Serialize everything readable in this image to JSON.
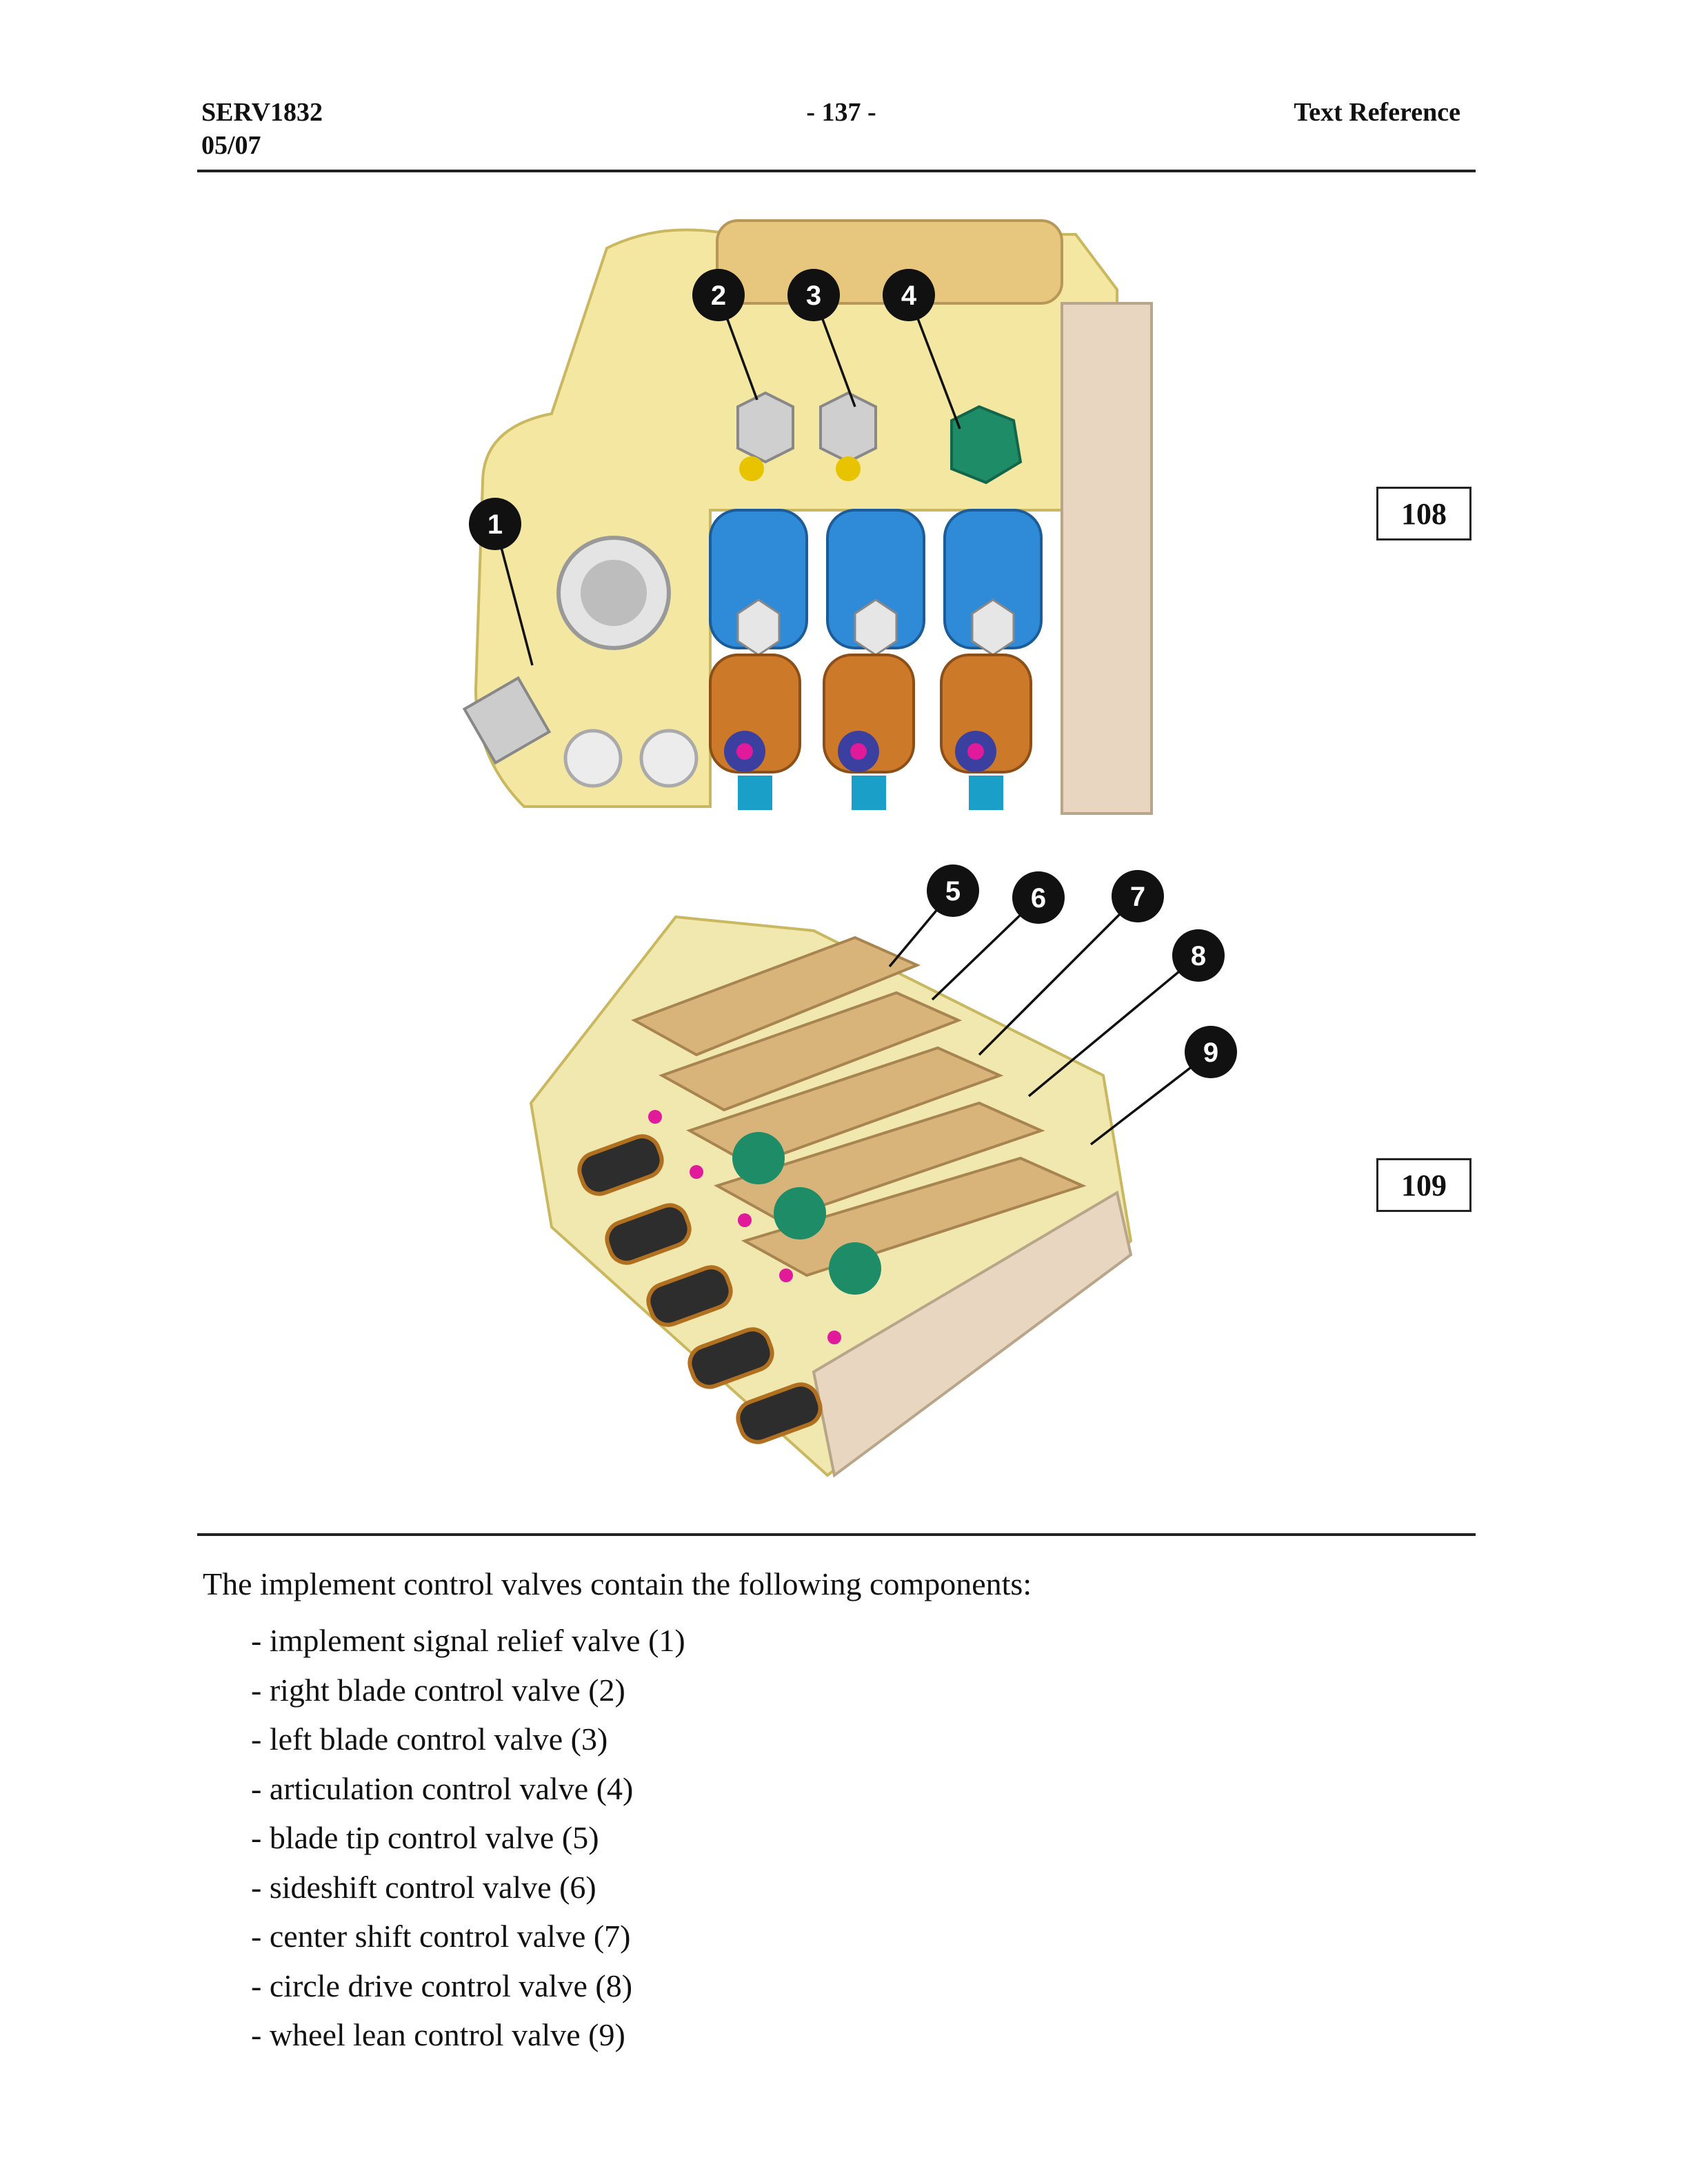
{
  "header": {
    "doc_id": "SERV1832",
    "date": "05/07",
    "page_number": "- 137 -",
    "section": "Text Reference"
  },
  "figures": [
    {
      "label": "108",
      "callouts": [
        "1",
        "2",
        "3",
        "4"
      ]
    },
    {
      "label": "109",
      "callouts": [
        "5",
        "6",
        "7",
        "8",
        "9"
      ]
    }
  ],
  "body": {
    "intro": "The implement control valves contain the following components:",
    "items": [
      "- implement signal relief valve (1)",
      "- right blade control valve (2)",
      "- left blade control valve (3)",
      "- articulation control valve (4)",
      "- blade tip control valve (5)",
      "- sideshift control valve (6)",
      "- center shift control valve (7)",
      "- circle drive control valve (8)",
      "- wheel lean control valve (9)"
    ]
  }
}
